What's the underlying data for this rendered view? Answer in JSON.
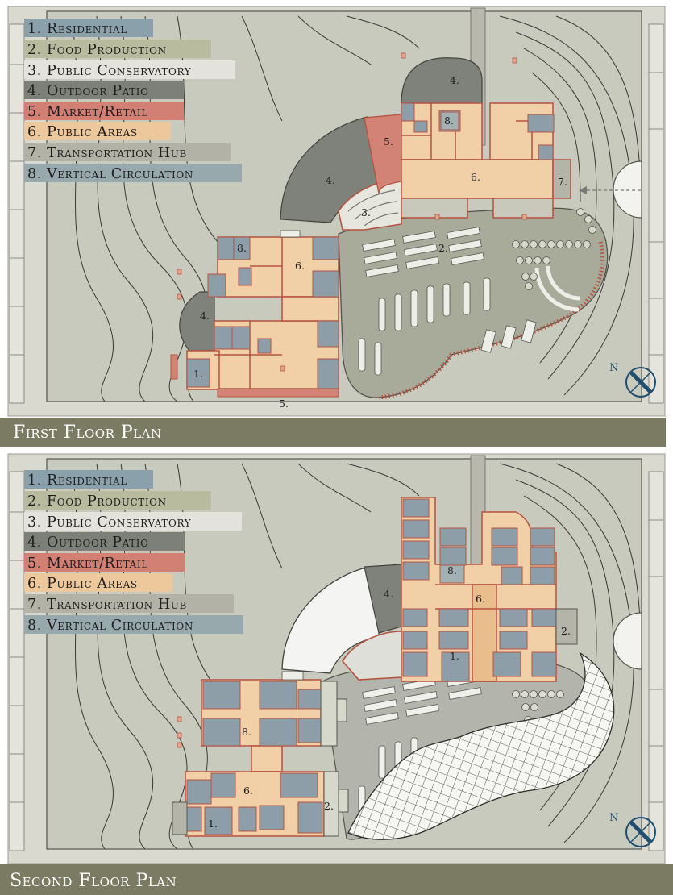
{
  "first_floor": {
    "title": "First Floor Plan",
    "north_label": "N",
    "legend": [
      {
        "text": "1. Residential",
        "color": "#8aa0ab"
      },
      {
        "text": "2. Food Production",
        "color": "#b9bb9f"
      },
      {
        "text": "3. Public Conservatory",
        "color": "#e3e2dc"
      },
      {
        "text": "4. Outdoor Patio",
        "color": "#7d8078"
      },
      {
        "text": "5. Market/Retail",
        "color": "#d27f74"
      },
      {
        "text": "6. Public Areas",
        "color": "#edc89c"
      },
      {
        "text": "7. Transportation Hub",
        "color": "#b2b3a6"
      },
      {
        "text": "8. Vertical Circulation",
        "color": "#98a9ae"
      }
    ],
    "labels": {
      "l4_top": "4.",
      "l8_top": "8.",
      "l5_mid": "5.",
      "l6_main": "6.",
      "l7": "7.",
      "l4_mid": "4.",
      "l3": "3.",
      "l2": "2.",
      "l8_left": "8.",
      "l6_left": "6.",
      "l4_left": "4.",
      "l1": "1.",
      "l5_bottom": "5."
    }
  },
  "second_floor": {
    "title": "Second Floor Plan",
    "north_label": "N",
    "legend": [
      {
        "text": "1. Residential",
        "color": "#8aa0ab"
      },
      {
        "text": "2. Food Production",
        "color": "#b9bb9f"
      },
      {
        "text": "3. Public Conservatory",
        "color": "#e3e2dc"
      },
      {
        "text": "4. Outdoor Patio",
        "color": "#7d8078"
      },
      {
        "text": "5. Market/Retail",
        "color": "#d27f74"
      },
      {
        "text": "6. Public Areas",
        "color": "#edc89c"
      },
      {
        "text": "7. Transportation Hub",
        "color": "#b2b3a6"
      },
      {
        "text": "8. Vertical Circulation",
        "color": "#98a9ae"
      }
    ],
    "labels": {
      "l8_top": "8.",
      "l6_main": "6.",
      "l4": "4.",
      "l2_right": "2.",
      "l1_main": "1.",
      "l8_left": "8.",
      "l6_left": "6.",
      "l2_left": "2.",
      "l1_left": "1."
    }
  },
  "colors": {
    "banner": "#7a7b62",
    "site": "#cfcfc3",
    "patio": "#7f827a",
    "public_area": "#f1d0a8",
    "residential": "#8d9ea8",
    "market": "#d38276",
    "wall": "#b5533f",
    "production": "#a7ab98"
  }
}
